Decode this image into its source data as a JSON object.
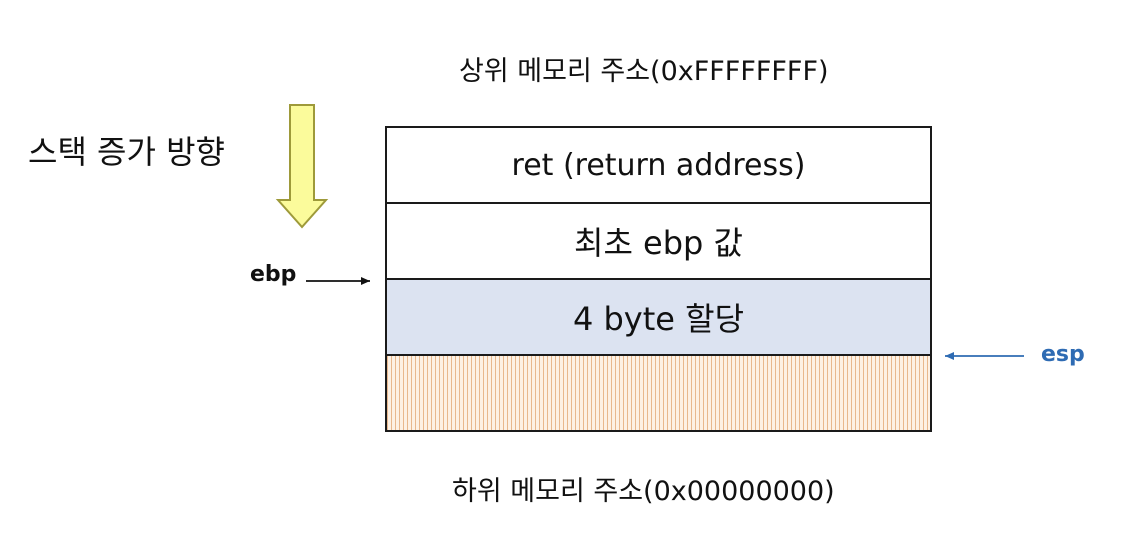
{
  "labels": {
    "upper_address": "상위 메모리 주소(0xFFFFFFFF)",
    "lower_address": "하위 메모리 주소(0x00000000)",
    "stack_direction": "스택 증가 방향",
    "ebp": "ebp",
    "esp": "esp"
  },
  "stack_cells": [
    {
      "label": "ret (return address)"
    },
    {
      "label": "최초 ebp 값"
    },
    {
      "label": "4 byte 할당"
    },
    {
      "label": ""
    }
  ],
  "colors": {
    "allocated_fill": "#dce3f1",
    "free_hatch": "#e8b88d",
    "direction_arrow_fill": "#fbfb9b",
    "direction_arrow_stroke": "#9e9a3a",
    "esp_color": "#2e6bb3",
    "ebp_color": "#111111"
  },
  "icons": {
    "direction_arrow": "down-arrow-icon",
    "ebp_pointer": "right-arrow-icon",
    "esp_pointer": "left-arrow-icon"
  }
}
